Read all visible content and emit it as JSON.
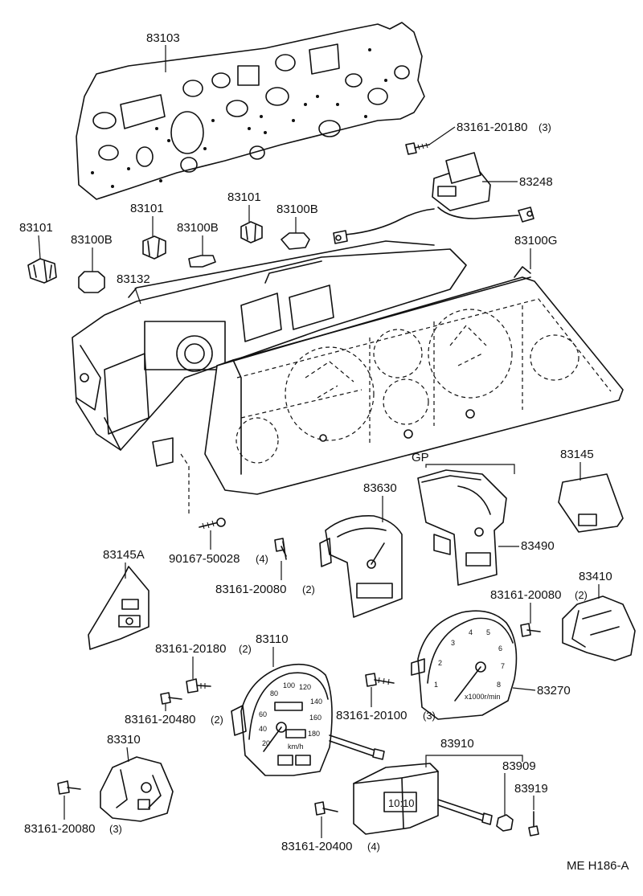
{
  "diagram_id": "ME H186-A",
  "labels": {
    "p83103": "83103",
    "p83161_20180_top": "83161-20180",
    "q83161_20180_top": "(3)",
    "p83248": "83248",
    "p83101_a": "83101",
    "p83101_b": "83101",
    "p83101_c": "83101",
    "p83100B_a": "83100B",
    "p83100B_b": "83100B",
    "p83100B_c": "83100B",
    "p83132": "83132",
    "p83100G": "83100G",
    "gp": "GP",
    "p83145": "83145",
    "p83630": "83630",
    "p83490": "83490",
    "p90167": "90167-50028",
    "q90167": "(4)",
    "p83161_20080_mid": "83161-20080",
    "q83161_20080_mid": "(2)",
    "p83145A": "83145A",
    "p83410": "83410",
    "p83161_20080_right": "83161-20080",
    "q83161_20080_right": "(2)",
    "p83110": "83110",
    "p83161_20180_low": "83161-20180",
    "q83161_20180_low": "(2)",
    "p83270": "83270",
    "p83161_20100": "83161-20100",
    "q83161_20100": "(3)",
    "p83161_20480": "83161-20480",
    "q83161_20480": "(2)",
    "p83310": "83310",
    "p83910": "83910",
    "p83909": "83909",
    "p83919": "83919",
    "p83161_20080_low": "83161-20080",
    "q83161_20080_low": "(3)",
    "p83161_20400": "83161-20400",
    "q83161_20400": "(4)"
  },
  "gauge_text": {
    "speedo_ticks": [
      "20",
      "40",
      "60",
      "80",
      "100",
      "120",
      "140",
      "160",
      "180"
    ],
    "speedo_unit": "km/h",
    "tacho_ticks": [
      "1",
      "2",
      "3",
      "4",
      "5",
      "6",
      "7",
      "8"
    ],
    "tacho_unit": "x1000r/min",
    "clock_display": "10:10"
  }
}
